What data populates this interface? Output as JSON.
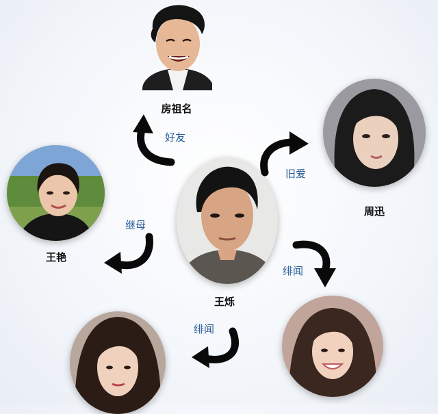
{
  "people": {
    "center": {
      "name": "王烁",
      "icon": "portrait-young-man"
    },
    "top": {
      "name": "房祖名",
      "icon": "portrait-laughing-man"
    },
    "right": {
      "name": "周迅",
      "icon": "portrait-woman-long-hair"
    },
    "left": {
      "name": "王艳",
      "icon": "portrait-woman-outdoor"
    },
    "bottom_right": {
      "name": "",
      "icon": "portrait-woman-smiling"
    },
    "bottom_left": {
      "name": "",
      "icon": "portrait-woman-dark-hair"
    }
  },
  "relations": {
    "top": "好友",
    "right": "旧爱",
    "left": "继母",
    "bottom_right": "绯闻",
    "bottom_left": "绯闻"
  },
  "colors": {
    "relation_text": "#2a5d9a",
    "arrow": "#0a0a0a",
    "name_text": "#111111"
  }
}
